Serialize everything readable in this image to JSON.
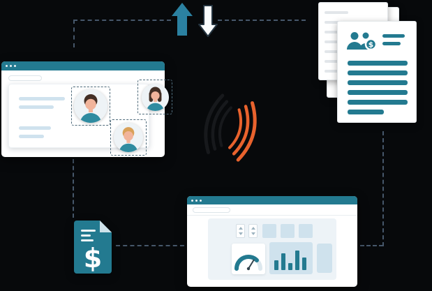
{
  "colors": {
    "bg": "#07090b",
    "teal": "#237a90",
    "arrow-blue": "#2b81a1",
    "orange": "#e8622d",
    "wave-black": "#17191c",
    "dash": "#46576a",
    "light-blue": "#cfe2ee",
    "panel-blue": "#edf3f7",
    "widget-blue": "#cfe2ed",
    "line-gray": "#e2e6ea",
    "outline-dark": "#24333f",
    "hair": "#432f25",
    "hair-blonde": "#d9a159",
    "skin": "#f1b49b",
    "shirt": "#2f8ba0",
    "fold": "#cfe2ea"
  },
  "icons": {
    "up-arrow-icon": "solid upward block arrow",
    "down-arrow-icon": "outlined downward block arrow",
    "signal-waves-icon": "opposing nested arcs, black and orange",
    "people-dollar-icon": "two person silhouettes with dollar badge",
    "invoice-icon": "folded-corner bill document with dollar sign",
    "window-dots-icon": "three window control dots",
    "stepper-icon": "up-down spinner control",
    "gauge-icon": "semicircular gauge with needle"
  },
  "invoice": {
    "dollar_sign": "$"
  },
  "report": {
    "badge_dollar_sign": "$"
  },
  "dashboard": {
    "bar_values": [
      14,
      24,
      10,
      28,
      18
    ]
  }
}
